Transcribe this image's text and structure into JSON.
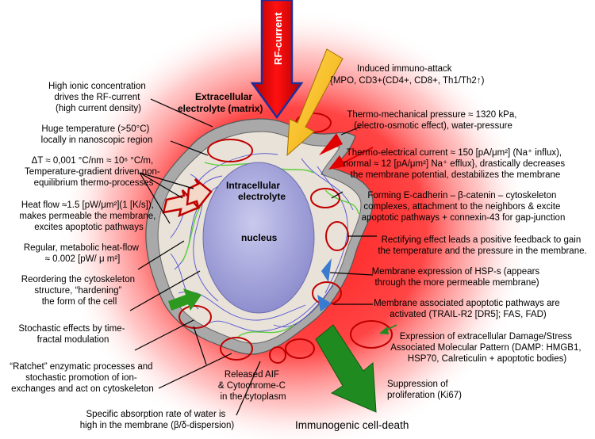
{
  "figure": {
    "rf_current": "RF-current",
    "extracellular": [
      "Extracellular",
      "electrolyte (matrix)"
    ],
    "intracellular": [
      "Intracellular",
      "electrolyte"
    ],
    "nucleus": "nucleus",
    "left_labels": {
      "ionic": [
        "High ionic concentration",
        "drives the RF-current",
        "(high current density)"
      ],
      "temperature": [
        "Huge temperature (>50°C)",
        "locally in nanoscopic region"
      ],
      "gradient": [
        "ΔT ≈ 0,001 °C/nm ≈ 10⁶ °C/m,",
        "Temperature-gradient driven  non-",
        "equilibrium thermo-processes"
      ],
      "heatflow": [
        "Heat flow ≈1.5 [pW/μm²](1 [K/s]),",
        "makes permeable the membrane,",
        "excites apoptotic pathways"
      ],
      "metabolic": [
        "Regular, metabolic heat-flow",
        "≈ 0.002 [pW/ μ m²]"
      ],
      "cytoskeleton": [
        "Reordering the cytoskeleton",
        "structure, “hardening”",
        "the form of the cell"
      ],
      "stochastic": [
        "Stochastic effects by time-",
        "fractal modulation"
      ],
      "ratchet": [
        "“Ratchet” enzymatic processes and",
        "stochastic promotion of ion-",
        "exchanges and act on cytoskeleton"
      ],
      "absorption": [
        "Specific absorption rate of water is",
        "high in the membrane (β/δ-dispersion)"
      ]
    },
    "bottom_labels": {
      "aif": [
        "Released AIF",
        "& Cytochrome-C",
        "in the cytoplasm"
      ],
      "immunogenic": "Immunogenic cell-death",
      "suppression": [
        "Suppression of",
        "proliferation (Ki67)"
      ]
    },
    "right_labels": {
      "immuno": [
        "Induced immuno-attack",
        "{MPO, CD3+(CD4+, CD8+, Th1/Th2↑)"
      ],
      "pressure": [
        "Thermo-mechanical pressure ≈ 1320 kPa,",
        "(electro-osmotic effect), water-pressure"
      ],
      "current": [
        "Thermo-electrical current ≈ 150 [pA/μm²] (Na⁺ influx),",
        "normal ≈ 12 [pA/μm²] Na⁺ efflux}, drastically decreases",
        "the membrane potential, destabilizes the membrane"
      ],
      "cadherin": [
        "Forming E-cadherin – β-catenin – cytoskeleton",
        "complexes, attachment to the neighbors & excite",
        "apoptotic pathways + connexin-43  for gap-junction"
      ],
      "rectifying": [
        "Rectifying effect leads a positive feedback to gain",
        "the temperature and the pressure in the membrane."
      ],
      "hsp": [
        "Membrane expression of HSP-s (appears",
        "through the more permeable membrane)"
      ],
      "apoptotic": [
        "Membrane associated apoptotic pathways are",
        "activated (TRAIL-R2 [DR5]; FAS, FAD)"
      ],
      "damp": [
        "Expression of extracellular Damage/Stress",
        "Associated Molecular Pattern (DAMP: HMGB1,",
        "HSP70, Calreticulin + apoptotic bodies)"
      ]
    }
  }
}
